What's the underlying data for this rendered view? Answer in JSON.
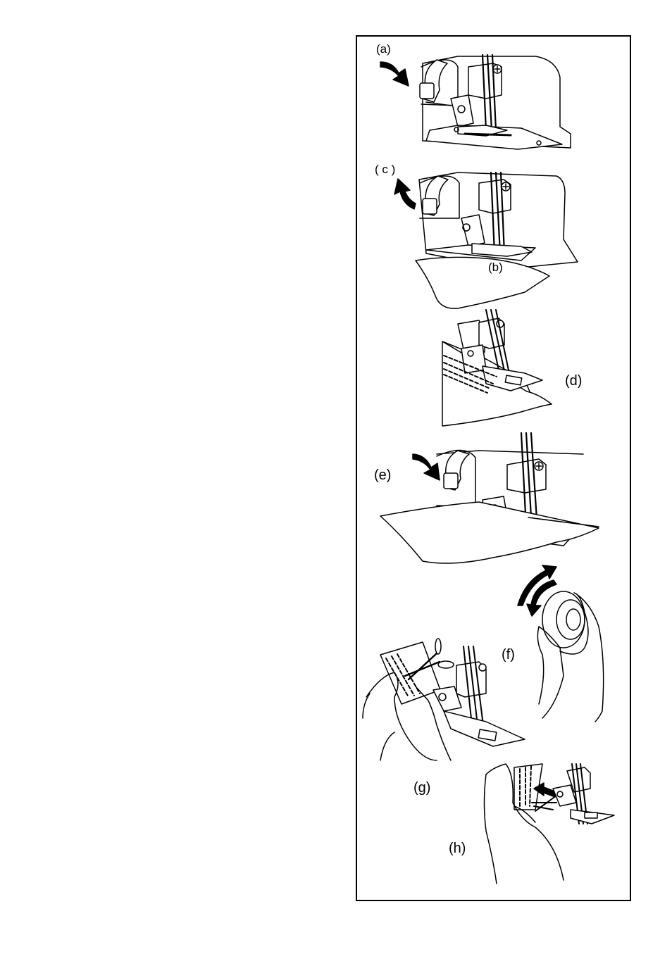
{
  "labels": {
    "a": "(a)",
    "b": "(b)",
    "c": "( c )",
    "d": "(d)",
    "e": "(e)",
    "f": "(f)",
    "g": "(g)",
    "h": "(h)"
  },
  "colors": {
    "line": "#000000",
    "background": "#ffffff"
  }
}
